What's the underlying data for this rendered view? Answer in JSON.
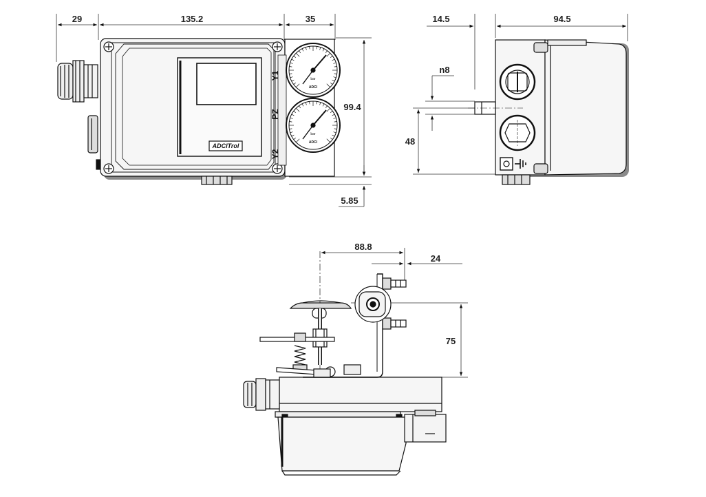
{
  "dimensions": {
    "cable_gland_width": "29",
    "housing_width": "135.2",
    "gauge_block_width": "35",
    "housing_height": "99.4",
    "base_offset": "5.85",
    "side_offset": "14.5",
    "side_depth": "94.5",
    "thread_size": "n8",
    "port_height": "48",
    "shaft_offset": "88.8",
    "bracket_width": "24",
    "bracket_height": "75"
  },
  "port_labels": {
    "y1": "Y1",
    "pz": "PZ",
    "y2": "Y2"
  },
  "gauges": [
    {
      "unit": "bar",
      "brand": "ADCI"
    },
    {
      "unit": "bar",
      "brand": "ADCI"
    }
  ],
  "nameplate": {
    "text": "ADCITrol"
  },
  "icons": [
    "ground-symbol-icon",
    "screw-icon",
    "cable-gland-icon",
    "pressure-gauge-icon"
  ],
  "colors": {
    "line": "#111111",
    "dim_line": "#333333",
    "housing_fill": "#f6f6f6",
    "shadow": "#8a8a8a"
  }
}
